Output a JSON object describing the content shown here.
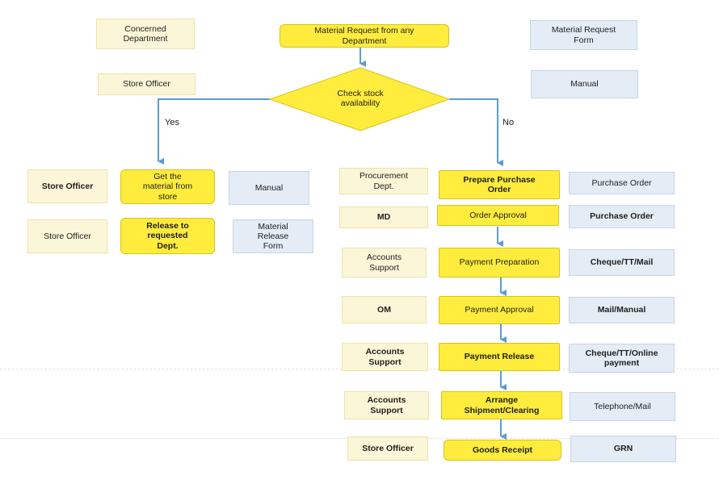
{
  "top": {
    "left_role": "Concerned\nDepartment",
    "start_step": "Material Request from any\nDepartment",
    "right_doc": "Material Request\nForm",
    "decision_role": "Store Officer",
    "decision": "Check stock\navailability",
    "decision_doc": "Manual"
  },
  "branches": {
    "yes": "Yes",
    "no": "No"
  },
  "yes_branch": [
    {
      "role": "Store Officer",
      "step": "Get the\nmaterial from\nstore",
      "doc": "Manual"
    },
    {
      "role": "Store Officer",
      "step": "Release to\nrequested\nDept.",
      "doc": "Material\nRelease\nForm"
    }
  ],
  "no_branch": [
    {
      "role": "Procurement\nDept.",
      "step": "Prepare Purchase\nOrder",
      "doc": "Purchase Order"
    },
    {
      "role": "MD",
      "step": "Order Approval",
      "doc": "Purchase Order"
    },
    {
      "role": "Accounts\nSupport",
      "step": "Payment Preparation",
      "doc": "Cheque/TT/Mail"
    },
    {
      "role": "OM",
      "step": "Payment Approval",
      "doc": "Mail/Manual"
    },
    {
      "role": "Accounts\nSupport",
      "step": "Payment Release",
      "doc": "Cheque/TT/Online\npayment"
    },
    {
      "role": "Accounts\nSupport",
      "step": "Arrange\nShipment/Clearing",
      "doc": "Telephone/Mail"
    },
    {
      "role": "Store Officer",
      "step": "Goods Receipt",
      "doc": "GRN"
    }
  ],
  "colors": {
    "step_fill": "#ffec3d",
    "role_fill": "#fbf6d7",
    "doc_fill": "#e4ecf6",
    "arrow": "#5b9bd5"
  }
}
